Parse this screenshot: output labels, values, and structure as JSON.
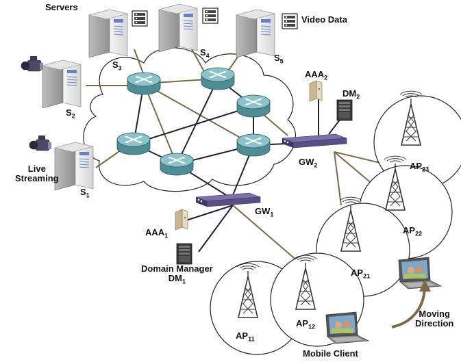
{
  "labels": {
    "servers": "Servers",
    "video_data": "Video Data",
    "live_streaming_line1": "Live",
    "live_streaming_line2": "Streaming",
    "domain_manager": "Domain Manager",
    "moving_direction_line1": "Moving",
    "moving_direction_line2": "Direction",
    "mobile_client": "Mobile Client"
  },
  "nodes": {
    "s1": {
      "base": "S",
      "sub": "1"
    },
    "s2": {
      "base": "S",
      "sub": "2"
    },
    "s3": {
      "base": "S",
      "sub": "3"
    },
    "s4": {
      "base": "S",
      "sub": "4"
    },
    "s5": {
      "base": "S",
      "sub": "5"
    },
    "gw1": {
      "base": "GW",
      "sub": "1"
    },
    "gw2": {
      "base": "GW",
      "sub": "2"
    },
    "aaa1": {
      "base": "AAA",
      "sub": "1"
    },
    "aaa2": {
      "base": "AAA",
      "sub": "2"
    },
    "dm1": {
      "base": "DM",
      "sub": "1"
    },
    "dm2": {
      "base": "DM",
      "sub": "2"
    },
    "ap11": {
      "base": "AP",
      "sub": "11"
    },
    "ap12": {
      "base": "AP",
      "sub": "12"
    },
    "ap21": {
      "base": "AP",
      "sub": "21"
    },
    "ap22": {
      "base": "AP",
      "sub": "22"
    },
    "ap23": {
      "base": "AP",
      "sub": "23"
    }
  },
  "colors": {
    "router": "#4f8c95",
    "router_top": "#8cc3cb",
    "gateway": "#5a4e86",
    "link_olive": "#7a6a48",
    "link_dark": "#1e2430",
    "tower": "#333333",
    "arrow": "#7a6a48"
  }
}
